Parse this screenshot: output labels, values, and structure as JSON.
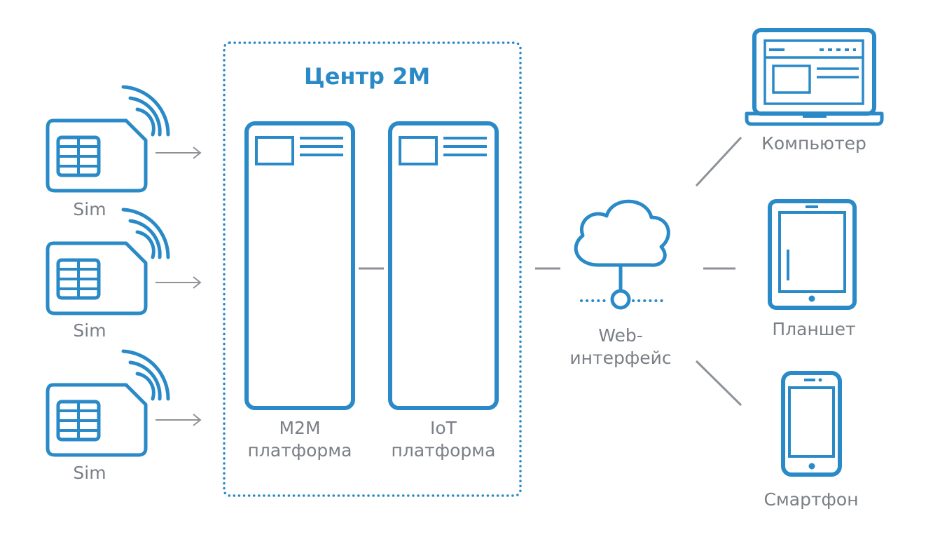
{
  "colors": {
    "accent": "#2a8ac7",
    "connector": "#8e9297",
    "label": "#7a7f85",
    "background": "#ffffff"
  },
  "center": {
    "title": "Центр 2М"
  },
  "sims": [
    {
      "label": "Sim",
      "icon": "sim-card-icon"
    },
    {
      "label": "Sim",
      "icon": "sim-card-icon"
    },
    {
      "label": "Sim",
      "icon": "sim-card-icon"
    }
  ],
  "platforms": [
    {
      "line1": "M2M",
      "line2": "платформа"
    },
    {
      "line1": "IoT",
      "line2": "платформа"
    }
  ],
  "web": {
    "line1": "Web-",
    "line2": "интерфейс",
    "icon": "cloud-network-icon"
  },
  "devices": [
    {
      "label": "Компьютер",
      "icon": "laptop-icon"
    },
    {
      "label": "Планшет",
      "icon": "tablet-icon"
    },
    {
      "label": "Смартфон",
      "icon": "smartphone-icon"
    }
  ]
}
